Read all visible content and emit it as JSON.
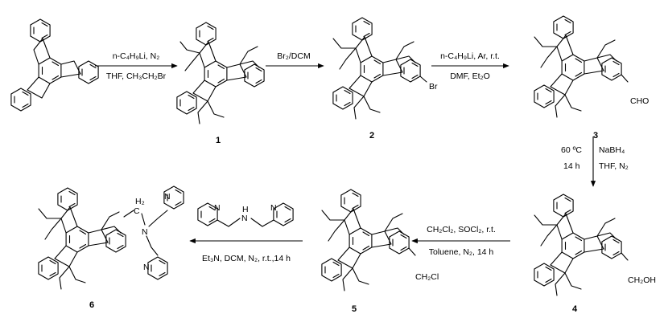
{
  "arrows": {
    "a1": {
      "top": "n-C₄H₉Li, N₂",
      "bottom": "THF, CH₃CH₂Br"
    },
    "a2": {
      "top": "Br₂/DCM"
    },
    "a3": {
      "top": "n-C₄H₉Li, Ar, r.t.",
      "bottom": "DMF, Et₂O"
    },
    "a4": {
      "left1": "60 ºC",
      "left2": "14 h",
      "right1": "NaBH₄",
      "right2": "THF, N₂"
    },
    "a5": {
      "top": "CH₂Cl₂, SOCl₂, r.t.",
      "bottom": "Toluene, N₂, 14 h"
    },
    "a6": {
      "bottom": "Et₃N, DCM, N₂, r.t.,14 h"
    }
  },
  "compounds": {
    "c1": "1",
    "c2": "2",
    "c3": "3",
    "c4": "4",
    "c5": "5",
    "c6": "6"
  },
  "substituents": {
    "br": "Br",
    "cho": "CHO",
    "ch2oh": "CH₂OH",
    "ch2cl": "CH₂Cl",
    "h2": "H₂",
    "c": "C",
    "n_amine": "N",
    "n_pyridine": "N",
    "h_amine": "H"
  }
}
